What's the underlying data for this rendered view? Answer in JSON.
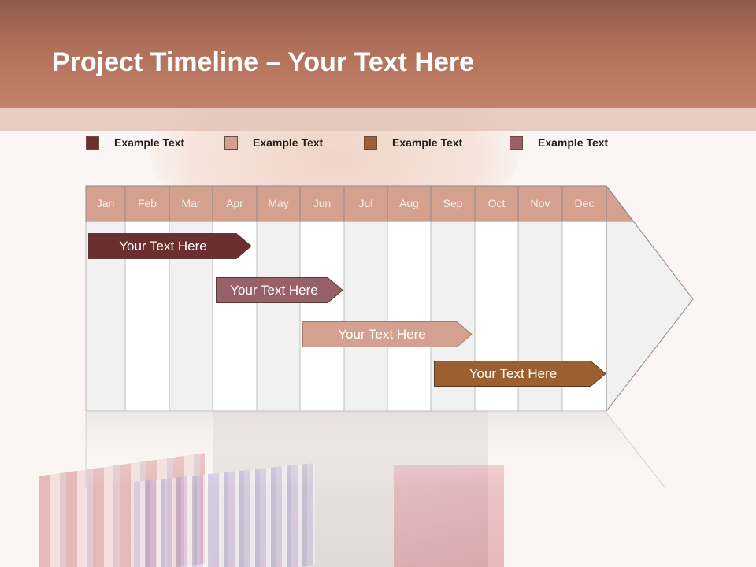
{
  "slide": {
    "title_bold": "Project Timeline",
    "title_rest": " – Your Text Here"
  },
  "colors": {
    "header_top": "#8f5d4a",
    "header_bottom": "#c4826b",
    "month_header": "#d4a090",
    "legend": [
      "#6b2f2f",
      "#d4a090",
      "#9c6030",
      "#986068"
    ]
  },
  "legend": [
    {
      "label": "Example Text",
      "color": "#6b2f2f"
    },
    {
      "label": "Example Text",
      "color": "#d4a090"
    },
    {
      "label": "Example Text",
      "color": "#9c6030"
    },
    {
      "label": "Example Text",
      "color": "#986068"
    }
  ],
  "months": [
    "Jan",
    "Feb",
    "Mar",
    "Apr",
    "May",
    "Jun",
    "Jul",
    "Aug",
    "Sep",
    "Oct",
    "Nov",
    "Dec"
  ],
  "tasks": [
    {
      "label": "Your  Text Here",
      "color": "#6b2f2f"
    },
    {
      "label": "Your  Text Here",
      "color": "#986068"
    },
    {
      "label": "Your  Text Here",
      "color": "#d4a090"
    },
    {
      "label": "Your  Text Here",
      "color": "#9c6030"
    }
  ]
}
